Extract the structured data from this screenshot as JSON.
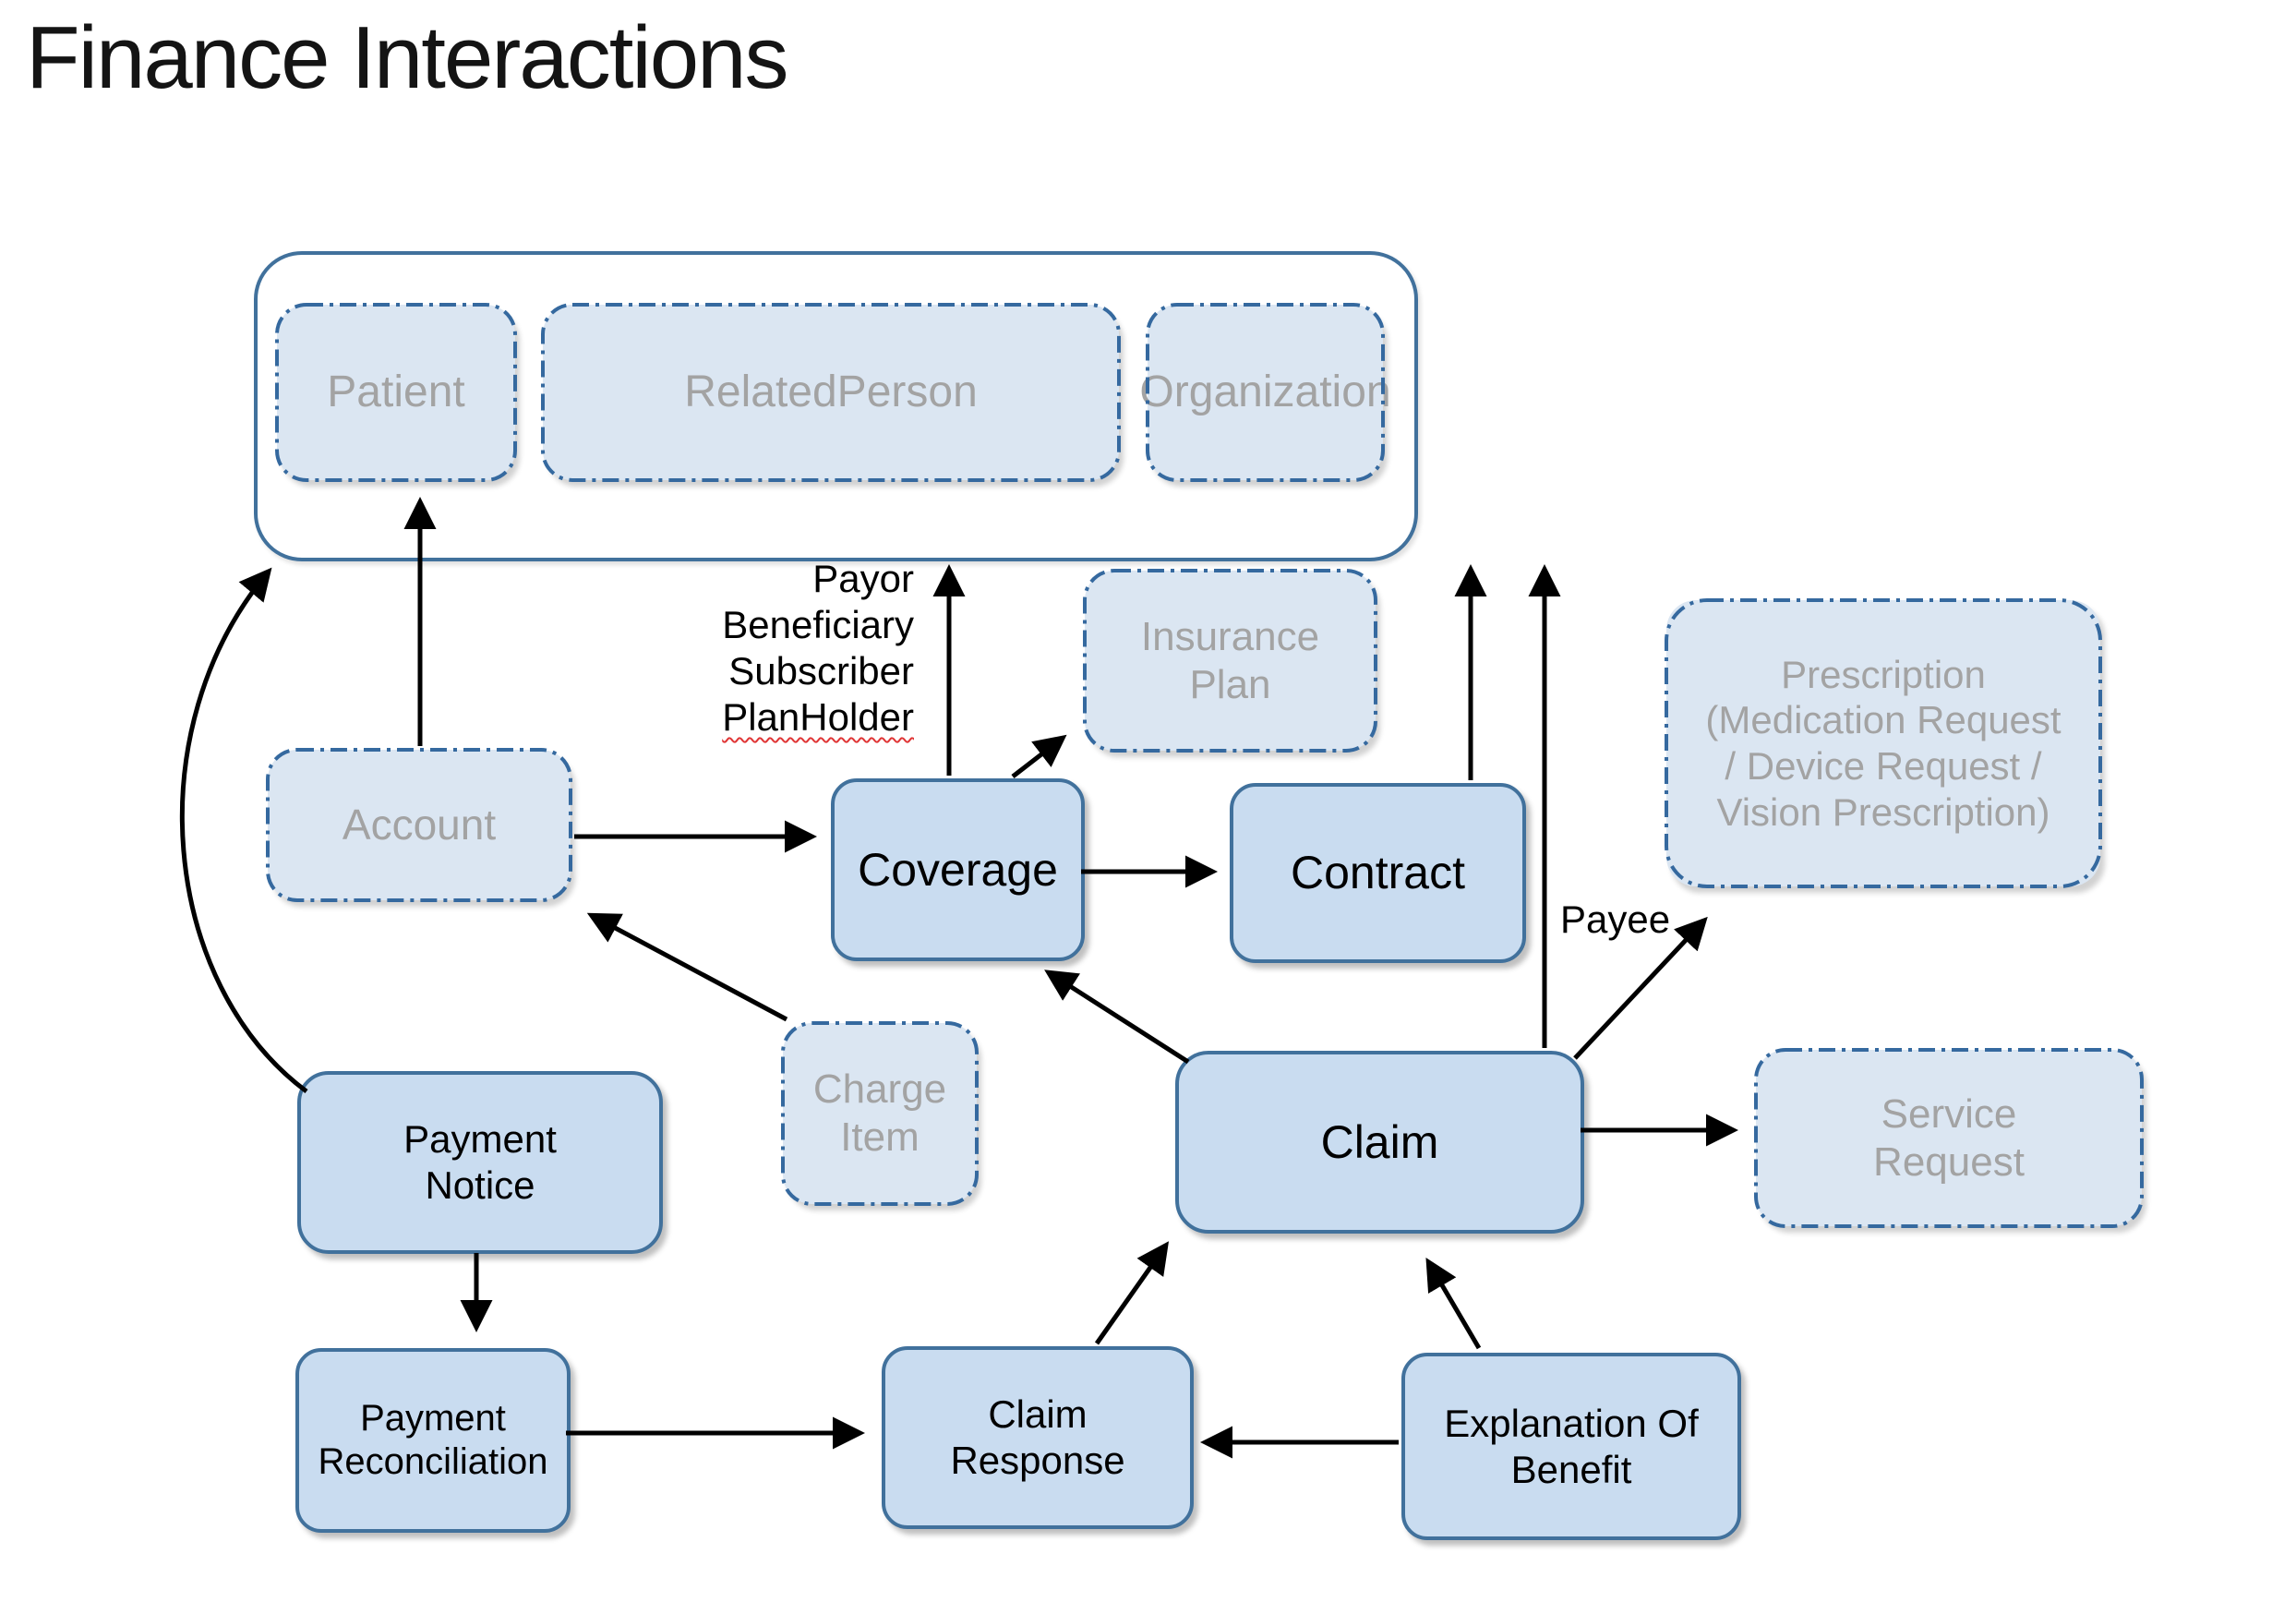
{
  "title": "Finance Interactions",
  "nodes": {
    "patient": {
      "lines": [
        "Patient"
      ],
      "style": "referenced-dashed"
    },
    "related_person": {
      "lines": [
        "RelatedPerson"
      ],
      "style": "referenced-dashed"
    },
    "organization": {
      "lines": [
        "Organization"
      ],
      "style": "referenced-dashed"
    },
    "insurance_plan": {
      "lines": [
        "Insurance",
        "Plan"
      ],
      "style": "referenced-dashed"
    },
    "prescription": {
      "lines": [
        "Prescription",
        "(Medication Request",
        "/ Device Request /",
        "Vision Prescription)"
      ],
      "style": "referenced-dashed"
    },
    "account": {
      "lines": [
        "Account"
      ],
      "style": "referenced-dashed"
    },
    "coverage": {
      "lines": [
        "Coverage"
      ],
      "style": "primary-solid"
    },
    "contract": {
      "lines": [
        "Contract"
      ],
      "style": "primary-solid"
    },
    "charge_item": {
      "lines": [
        "Charge",
        "Item"
      ],
      "style": "referenced-dashed"
    },
    "claim": {
      "lines": [
        "Claim"
      ],
      "style": "primary-solid"
    },
    "service_request": {
      "lines": [
        "Service",
        "Request"
      ],
      "style": "referenced-dashed"
    },
    "payment_notice": {
      "lines": [
        "Payment",
        "Notice"
      ],
      "style": "primary-solid"
    },
    "payment_reconciliation": {
      "lines": [
        "Payment",
        "Reconciliation"
      ],
      "style": "primary-solid"
    },
    "claim_response": {
      "lines": [
        "Claim",
        "Response"
      ],
      "style": "primary-solid"
    },
    "explanation_of_benefit": {
      "lines": [
        "Explanation Of",
        "Benefit"
      ],
      "style": "primary-solid"
    }
  },
  "edge_labels": {
    "coverage_roles": [
      "Payor",
      "Beneficiary",
      "Subscriber",
      "PlanHolder"
    ],
    "payee": "Payee"
  },
  "colors": {
    "node_border": "#41719c",
    "solid_fill": "#c9dcf0",
    "dashed_fill": "#dbe6f2",
    "dashed_stroke": "#35699f",
    "muted_text": "#a3a3a3",
    "text": "#000000",
    "arrow": "#000000",
    "misspell_underline": "#e03535"
  }
}
